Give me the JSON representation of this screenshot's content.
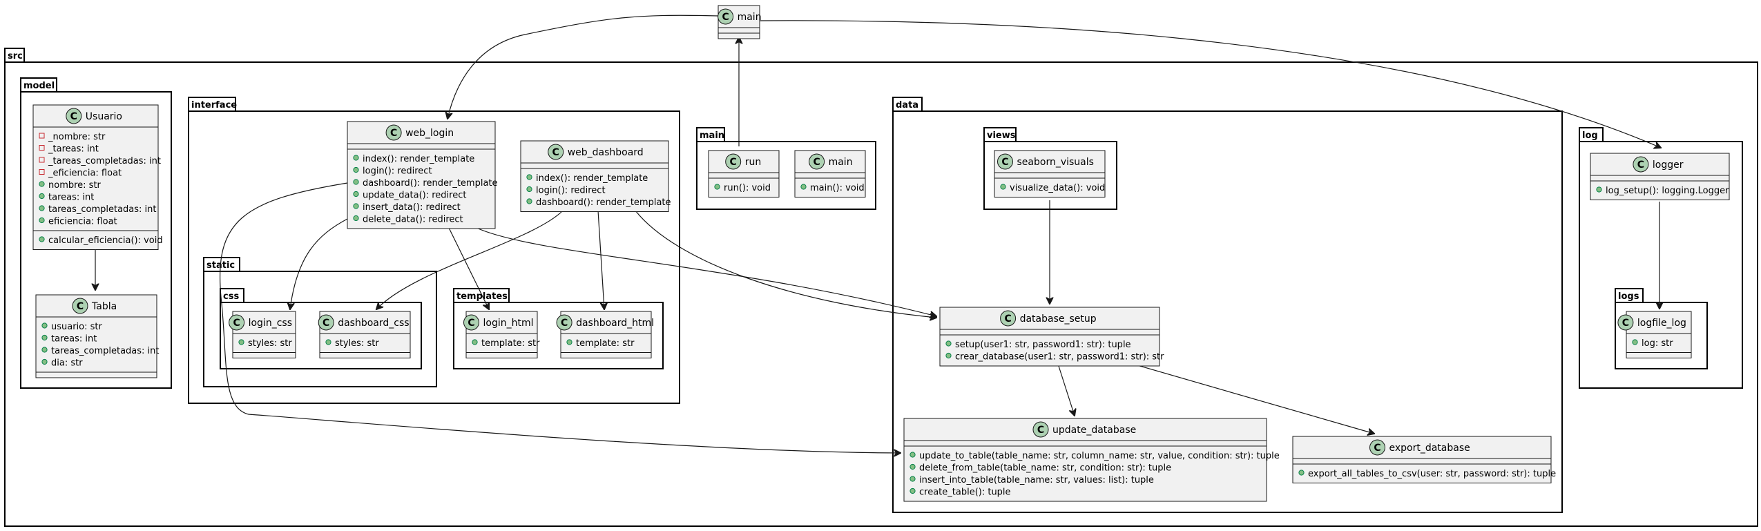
{
  "packages": [
    {
      "id": "src",
      "label": "src"
    },
    {
      "id": "model",
      "label": "model"
    },
    {
      "id": "interface",
      "label": "interface"
    },
    {
      "id": "static",
      "label": "static"
    },
    {
      "id": "css",
      "label": "css"
    },
    {
      "id": "templates",
      "label": "templates"
    },
    {
      "id": "main_pkg",
      "label": "main"
    },
    {
      "id": "data",
      "label": "data"
    },
    {
      "id": "views",
      "label": "views"
    },
    {
      "id": "log",
      "label": "log"
    },
    {
      "id": "logs",
      "label": "logs"
    }
  ],
  "classes": [
    {
      "id": "main_top",
      "name": "main",
      "members": []
    },
    {
      "id": "usuario",
      "name": "Usuario",
      "attributes": [
        {
          "vis": "private",
          "text": "_nombre: str"
        },
        {
          "vis": "private",
          "text": "_tareas: int"
        },
        {
          "vis": "private",
          "text": "_tareas_completadas: int"
        },
        {
          "vis": "private",
          "text": "_eficiencia: float"
        },
        {
          "vis": "public",
          "text": "nombre: str"
        },
        {
          "vis": "public",
          "text": "tareas: int"
        },
        {
          "vis": "public",
          "text": "tareas_completadas: int"
        },
        {
          "vis": "public",
          "text": "eficiencia: float"
        }
      ],
      "methods": [
        {
          "vis": "public",
          "text": "calcular_eficiencia(): void"
        }
      ]
    },
    {
      "id": "tabla",
      "name": "Tabla",
      "attributes": [
        {
          "vis": "public",
          "text": "usuario: str"
        },
        {
          "vis": "public",
          "text": "tareas: int"
        },
        {
          "vis": "public",
          "text": "tareas_completadas: int"
        },
        {
          "vis": "public",
          "text": "dia: str"
        }
      ],
      "methods": []
    },
    {
      "id": "web_login",
      "name": "web_login",
      "attributes": [],
      "methods": [
        {
          "vis": "public",
          "text": "index(): render_template"
        },
        {
          "vis": "public",
          "text": "login(): redirect"
        },
        {
          "vis": "public",
          "text": "dashboard(): render_template"
        },
        {
          "vis": "public",
          "text": "update_data(): redirect"
        },
        {
          "vis": "public",
          "text": "insert_data(): redirect"
        },
        {
          "vis": "public",
          "text": "delete_data(): redirect"
        }
      ]
    },
    {
      "id": "web_dashboard",
      "name": "web_dashboard",
      "attributes": [],
      "methods": [
        {
          "vis": "public",
          "text": "index(): render_template"
        },
        {
          "vis": "public",
          "text": "login(): redirect"
        },
        {
          "vis": "public",
          "text": "dashboard(): render_template"
        }
      ]
    },
    {
      "id": "login_css",
      "name": "login_css",
      "attributes": [
        {
          "vis": "public",
          "text": "styles: str"
        }
      ],
      "methods": []
    },
    {
      "id": "dashboard_css",
      "name": "dashboard_css",
      "attributes": [
        {
          "vis": "public",
          "text": "styles: str"
        }
      ],
      "methods": []
    },
    {
      "id": "login_html",
      "name": "login_html",
      "attributes": [
        {
          "vis": "public",
          "text": "template: str"
        }
      ],
      "methods": []
    },
    {
      "id": "dashboard_html",
      "name": "dashboard_html",
      "attributes": [
        {
          "vis": "public",
          "text": "template: str"
        }
      ],
      "methods": []
    },
    {
      "id": "run",
      "name": "run",
      "attributes": [],
      "methods": [
        {
          "vis": "public",
          "text": "run(): void"
        }
      ]
    },
    {
      "id": "main_inner",
      "name": "main",
      "attributes": [],
      "methods": [
        {
          "vis": "public",
          "text": "main(): void"
        }
      ]
    },
    {
      "id": "seaborn_visuals",
      "name": "seaborn_visuals",
      "attributes": [],
      "methods": [
        {
          "vis": "public",
          "text": "visualize_data(): void"
        }
      ]
    },
    {
      "id": "database_setup",
      "name": "database_setup",
      "attributes": [],
      "methods": [
        {
          "vis": "public",
          "text": "setup(user1: str, password1: str): tuple"
        },
        {
          "vis": "public",
          "text": "crear_database(user1: str, password1: str): str"
        }
      ]
    },
    {
      "id": "update_database",
      "name": "update_database",
      "attributes": [],
      "methods": [
        {
          "vis": "public",
          "text": "update_to_table(table_name: str, column_name: str, value, condition: str): tuple"
        },
        {
          "vis": "public",
          "text": "delete_from_table(table_name: str, condition: str): tuple"
        },
        {
          "vis": "public",
          "text": "insert_into_table(table_name: str, values: list): tuple"
        },
        {
          "vis": "public",
          "text": "create_table(): tuple"
        }
      ]
    },
    {
      "id": "export_database",
      "name": "export_database",
      "attributes": [],
      "methods": [
        {
          "vis": "public",
          "text": "export_all_tables_to_csv(user: str, password: str): tuple"
        }
      ]
    },
    {
      "id": "logger",
      "name": "logger",
      "attributes": [],
      "methods": [
        {
          "vis": "public",
          "text": "log_setup(): logging.Logger"
        }
      ]
    },
    {
      "id": "logfile_log",
      "name": "logfile_log",
      "attributes": [
        {
          "vis": "public",
          "text": "log: str"
        }
      ],
      "methods": []
    }
  ],
  "edges": [
    {
      "from": "main_top",
      "to": "web_login"
    },
    {
      "from": "main_top",
      "to": "logger"
    },
    {
      "from": "run",
      "to": "main_top"
    },
    {
      "from": "usuario",
      "to": "tabla"
    },
    {
      "from": "web_login",
      "to": "login_css"
    },
    {
      "from": "web_login",
      "to": "login_html"
    },
    {
      "from": "web_login",
      "to": "database_setup"
    },
    {
      "from": "web_login",
      "to": "update_database"
    },
    {
      "from": "web_dashboard",
      "to": "dashboard_css"
    },
    {
      "from": "web_dashboard",
      "to": "dashboard_html"
    },
    {
      "from": "web_dashboard",
      "to": "database_setup"
    },
    {
      "from": "seaborn_visuals",
      "to": "database_setup"
    },
    {
      "from": "database_setup",
      "to": "update_database"
    },
    {
      "from": "database_setup",
      "to": "export_database"
    },
    {
      "from": "logger",
      "to": "logfile_log"
    }
  ],
  "colors": {
    "class_fill": "#f1f1f1",
    "class_border": "#181818",
    "class_circle": "#add1b2",
    "private_marker": "#c82930",
    "public_marker": "#84be84",
    "package_border": "#000000"
  },
  "icon_names": {
    "class_badge": "class-c-icon",
    "private": "private-square-icon",
    "public": "public-circle-icon"
  }
}
